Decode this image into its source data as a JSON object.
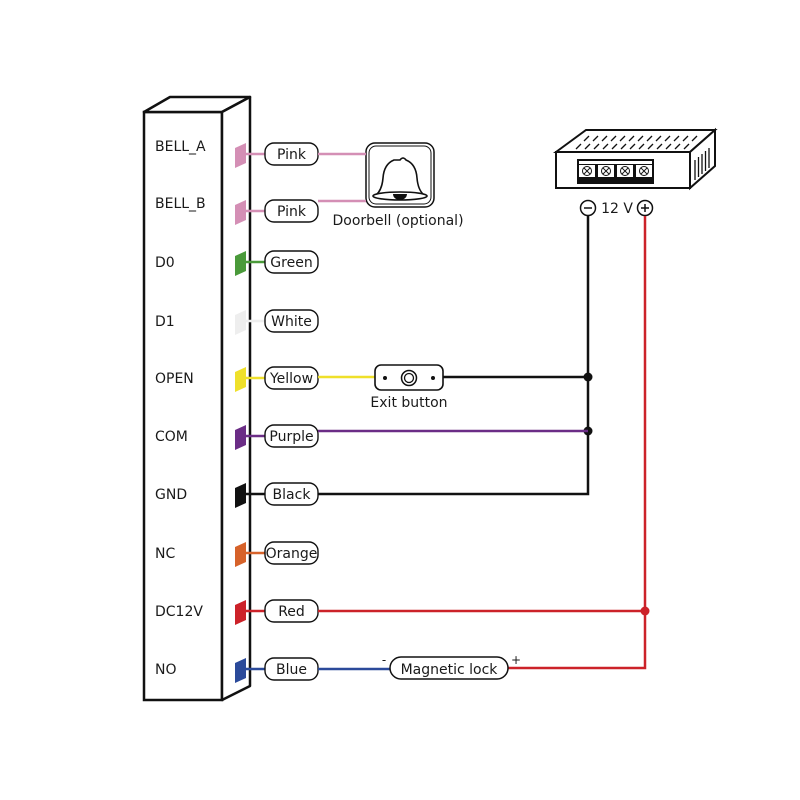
{
  "diagram": {
    "title": "Access controller wiring diagram",
    "terminals": [
      {
        "label": "BELL_A",
        "wire": "Pink",
        "color": "#d48fb5"
      },
      {
        "label": "BELL_B",
        "wire": "Pink",
        "color": "#d48fb5"
      },
      {
        "label": "D0",
        "wire": "Green",
        "color": "#4a9a3a"
      },
      {
        "label": "D1",
        "wire": "White",
        "color": "#eeeeee"
      },
      {
        "label": "OPEN",
        "wire": "Yellow",
        "color": "#efe02a"
      },
      {
        "label": "COM",
        "wire": "Purple",
        "color": "#6b2d86"
      },
      {
        "label": "GND",
        "wire": "Black",
        "color": "#111111"
      },
      {
        "label": "NC",
        "wire": "Orange",
        "color": "#d6622a"
      },
      {
        "label": "DC12V",
        "wire": "Red",
        "color": "#cc2229"
      },
      {
        "label": "NO",
        "wire": "Blue",
        "color": "#2b4a9a"
      }
    ],
    "doorbell": {
      "label": "Doorbell (optional)",
      "icon": "bell-icon"
    },
    "exit_button": {
      "label": "Exit button",
      "icon": "push-button-icon"
    },
    "power_supply": {
      "label": "12 V",
      "minus": "−",
      "plus": "+",
      "icon": "power-supply-icon",
      "terminal_count": 4
    },
    "magnetic_lock": {
      "label": "Magnetic lock",
      "minus": "-",
      "plus": "+"
    },
    "colors": {
      "stroke": "#111111",
      "red_wire": "#cc2229",
      "black_wire": "#111111"
    }
  }
}
